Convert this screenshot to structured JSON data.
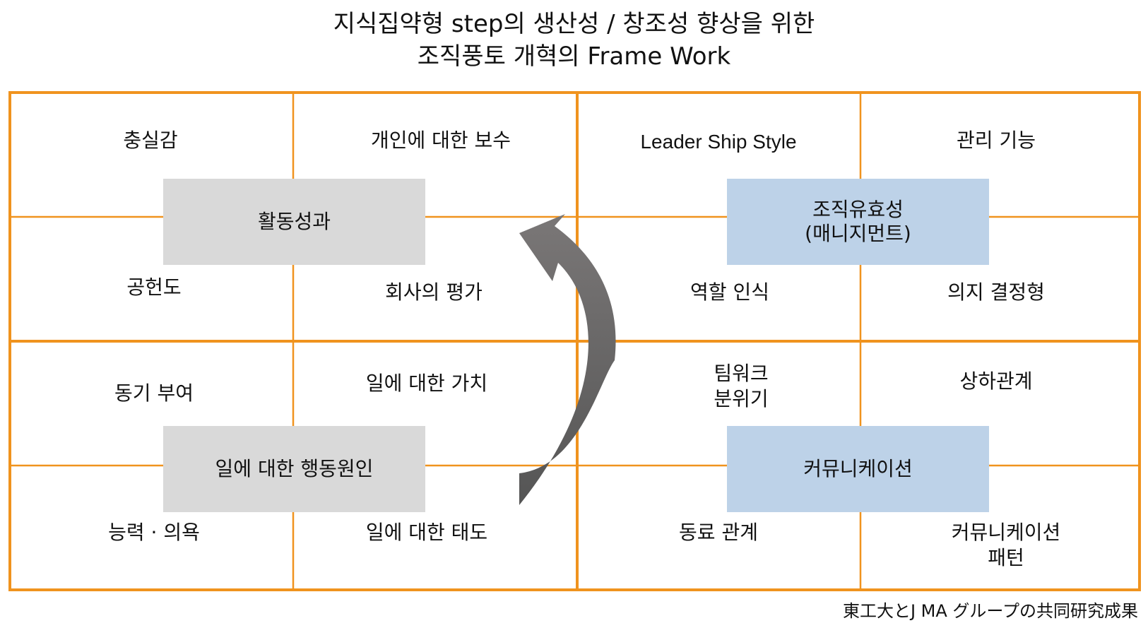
{
  "title_line1": "지식집약형 step의 생산성 / 창조성 향상을 위한",
  "title_line2": "조직풍토 개혁의 Frame Work",
  "cells": {
    "q1_tl": "충실감",
    "q1_tr": "개인에 대한 보수",
    "q1_bl": "공헌도",
    "q1_br": "회사의 평가",
    "q2_tl": "Leader Ship Style",
    "q2_tr": "관리 기능",
    "q2_bl": "역할 인식",
    "q2_br": "의지 결정형",
    "q3_tl": "동기 부여",
    "q3_tr": "일에 대한 가치",
    "q3_bl": "능력 · 의욕",
    "q3_br": "일에 대한 태도",
    "q4_tl_1": "팀워크",
    "q4_tl_2": "분위기",
    "q4_tr": "상하관계",
    "q4_bl": "동료 관계",
    "q4_br_1": "커뮤니케이션",
    "q4_br_2": "패턴"
  },
  "boxes": {
    "activity_result": "활동성과",
    "org_effectiveness_1": "조직유효성",
    "org_effectiveness_2": "(매니지먼트)",
    "work_behavior_cause": "일에 대한 행동원인",
    "communication": "커뮤니케이션"
  },
  "footer": "東工大とJ MA グループの共同研究成果",
  "colors": {
    "grid_line": "#f0931e",
    "gray_box": "#d9d9d9",
    "blue_box": "#bdd2e8",
    "arrow": "#666666"
  }
}
